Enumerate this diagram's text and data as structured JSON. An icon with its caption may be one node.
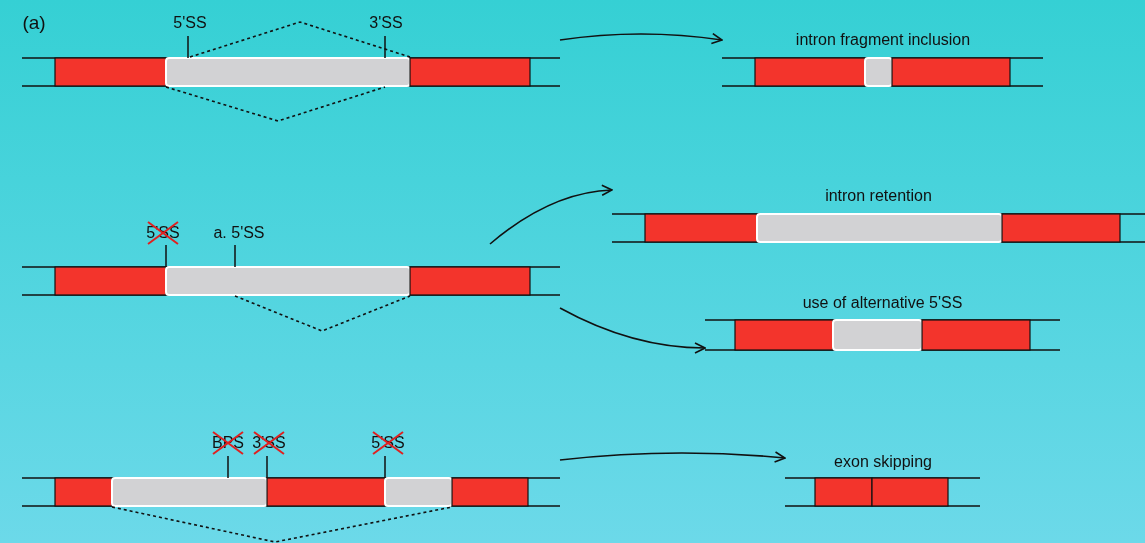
{
  "diagram": {
    "nodes": [
      {
        "text": [],
        "shape": "bar"
      },
      {
        "text": [
          "intron fragment inclusion"
        ]
      },
      {
        "text": [],
        "shape": "bar"
      },
      {
        "text": [
          "intron retention"
        ]
      },
      {
        "text": [
          "use of alternative 5'SS"
        ]
      },
      {
        "text": [],
        "shape": "bar"
      },
      {
        "text": [
          "exon skipping"
        ]
      }
    ],
    "edges": [
      {
        "from": 0,
        "to": 1,
        "arrow": "to"
      },
      {
        "from": 2,
        "to": 3,
        "arrow": "to"
      },
      {
        "from": 2,
        "to": 4,
        "arrow": "to"
      },
      {
        "from": 5,
        "to": 6,
        "arrow": "to"
      }
    ],
    "labels": [
      "(a)",
      "5'SS",
      "3'SS",
      "5'SS",
      "a. 5'SS",
      "BPS",
      "3'SS",
      "5'SS"
    ]
  }
}
